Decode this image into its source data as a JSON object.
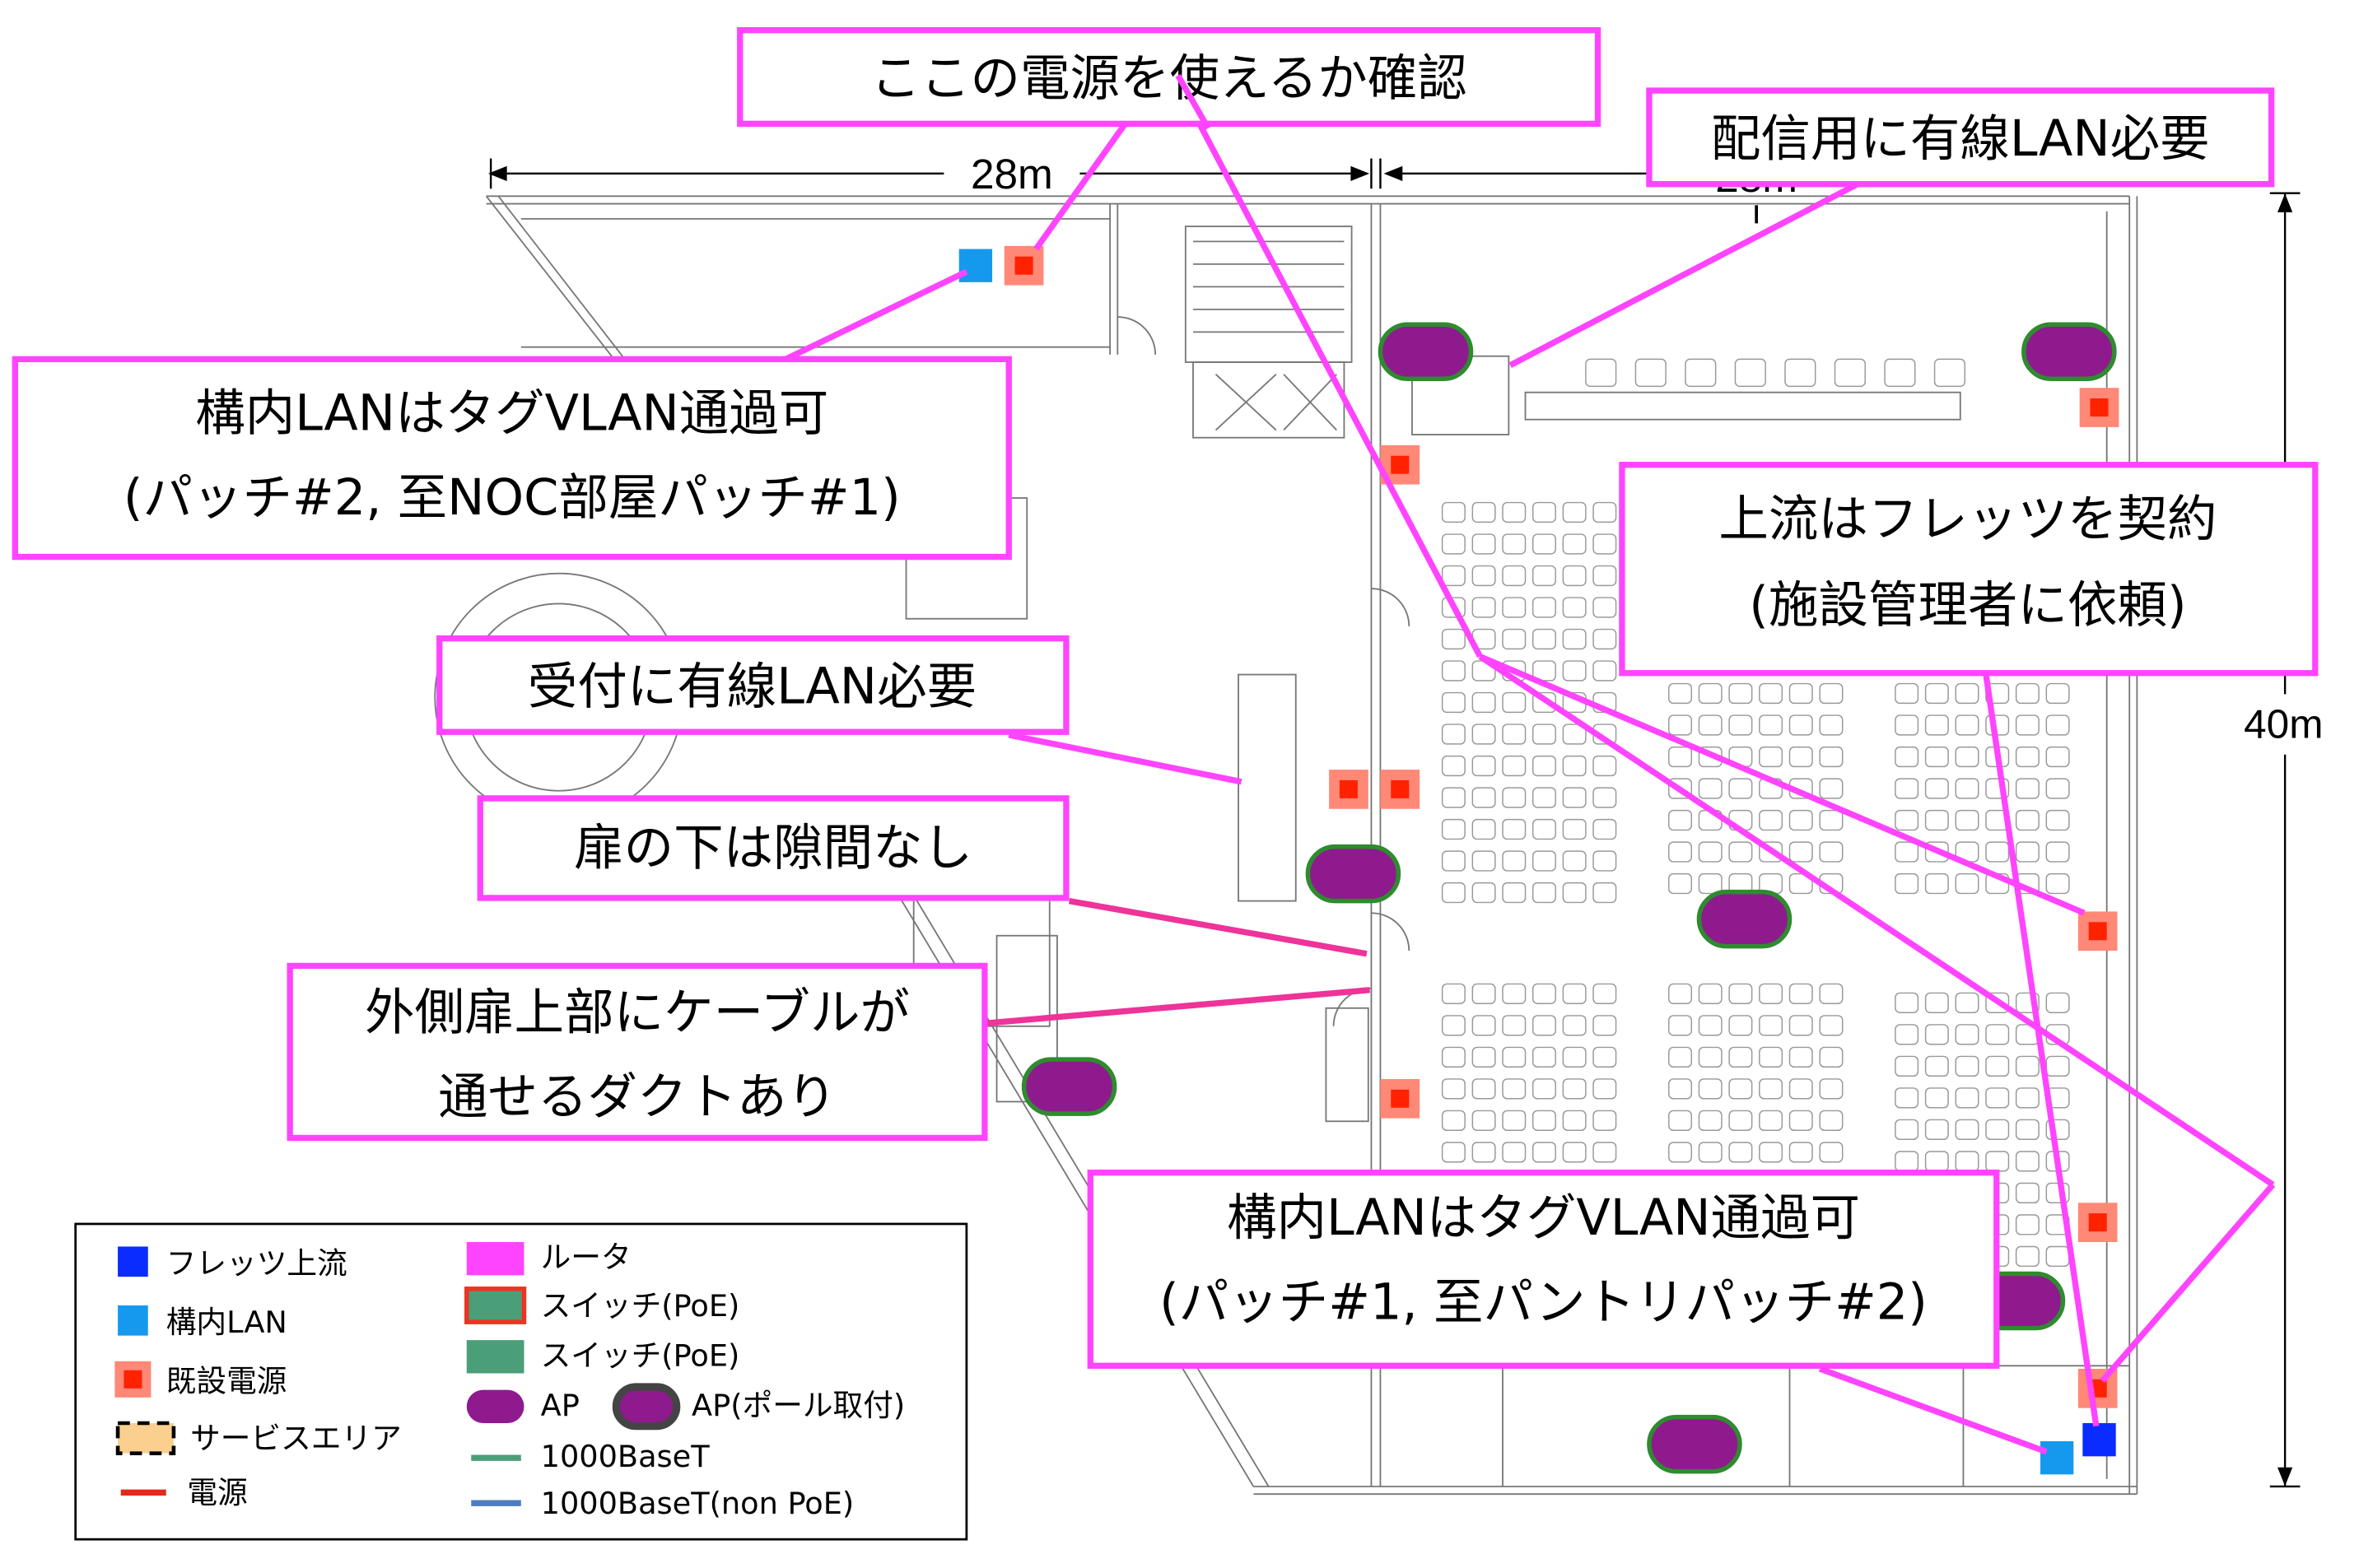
{
  "dimensions": {
    "width_top_left": "28m",
    "width_top_right": "28m",
    "height_right": "40m"
  },
  "callouts": {
    "power_check": "ここの電源を使えるか確認",
    "stream_lan": "配信用に有線LAN必要",
    "campus_lan_1_line1": "構内LANはタグVLAN通過可",
    "campus_lan_1_line2": "(パッチ#2, 至NOC部屋パッチ#1)",
    "upstream_line1": "上流はフレッツを契約",
    "upstream_line2": "(施設管理者に依頼)",
    "reception_lan": "受付に有線LAN必要",
    "door_gap": "扉の下は隙間なし",
    "duct_line1": "外側扉上部にケーブルが",
    "duct_line2": "通せるダクトあり",
    "campus_lan_2_line1": "構内LANはタグVLAN通過可",
    "campus_lan_2_line2": "(パッチ#1, 至パントリパッチ#2)"
  },
  "legend": {
    "flets_upstream": "フレッツ上流",
    "campus_lan": "構内LAN",
    "existing_power": "既設電源",
    "service_area": "サービスエリア",
    "power": "電源",
    "router": "ルータ",
    "switch_poe_outlined": "スイッチ(PoE)",
    "switch_poe": "スイッチ(PoE)",
    "ap": "AP",
    "ap_pole": "AP(ポール取付)",
    "gbe": "1000BaseT",
    "gbe_non_poe": "1000BaseT(non PoE)"
  },
  "colors": {
    "router_magenta": "#ff44ff",
    "ap_purple": "#8e1a8e",
    "ap_outline": "#2e8b2e",
    "power_red": "#ff2200",
    "power_pink": "#ff8877",
    "flets_blue": "#0a2cff",
    "campus_lan_blue": "#1599ee",
    "switch_green": "#4a9e78",
    "power_line_red": "#e32b1b",
    "gbe_green": "#4a9e78",
    "gbe_non_poe_blue": "#4d7cc0",
    "service_area_peach": "#fbd08e"
  }
}
